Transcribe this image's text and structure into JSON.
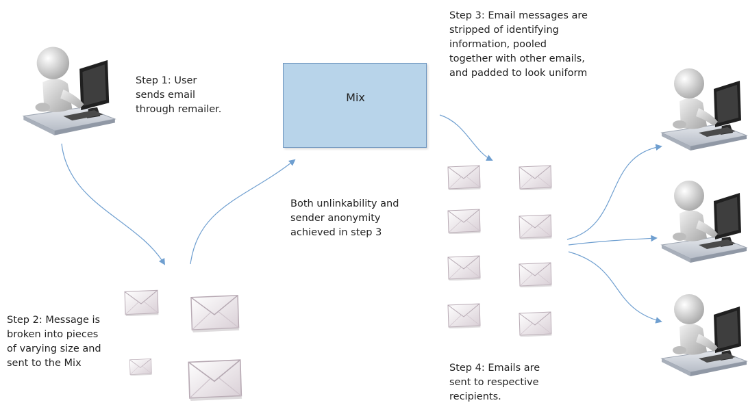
{
  "labels": {
    "step1": "Step 1: User\nsends email\nthrough remailer.",
    "step2": "Step 2: Message is\nbroken into pieces\nof varying size and\nsent to the Mix",
    "step3": "Step 3: Email messages are\nstripped of identifying\ninformation, pooled\ntogether with other emails,\nand padded to look uniform",
    "step4": "Step 4: Emails are\nsent to respective\nrecipients.",
    "middle": "Both unlinkability and\nsender anonymity\nachieved in step 3",
    "mix": "Mix"
  },
  "colors": {
    "mix_fill": "#b8d4ea",
    "mix_border": "#6f96c0",
    "arrow": "#6f9fd0",
    "figure": "#d0d0d0",
    "envelope": "#ece6ea"
  },
  "icons": {
    "sender": "person-at-computer-icon",
    "recipient": "person-at-computer-icon",
    "message": "envelope-icon"
  }
}
